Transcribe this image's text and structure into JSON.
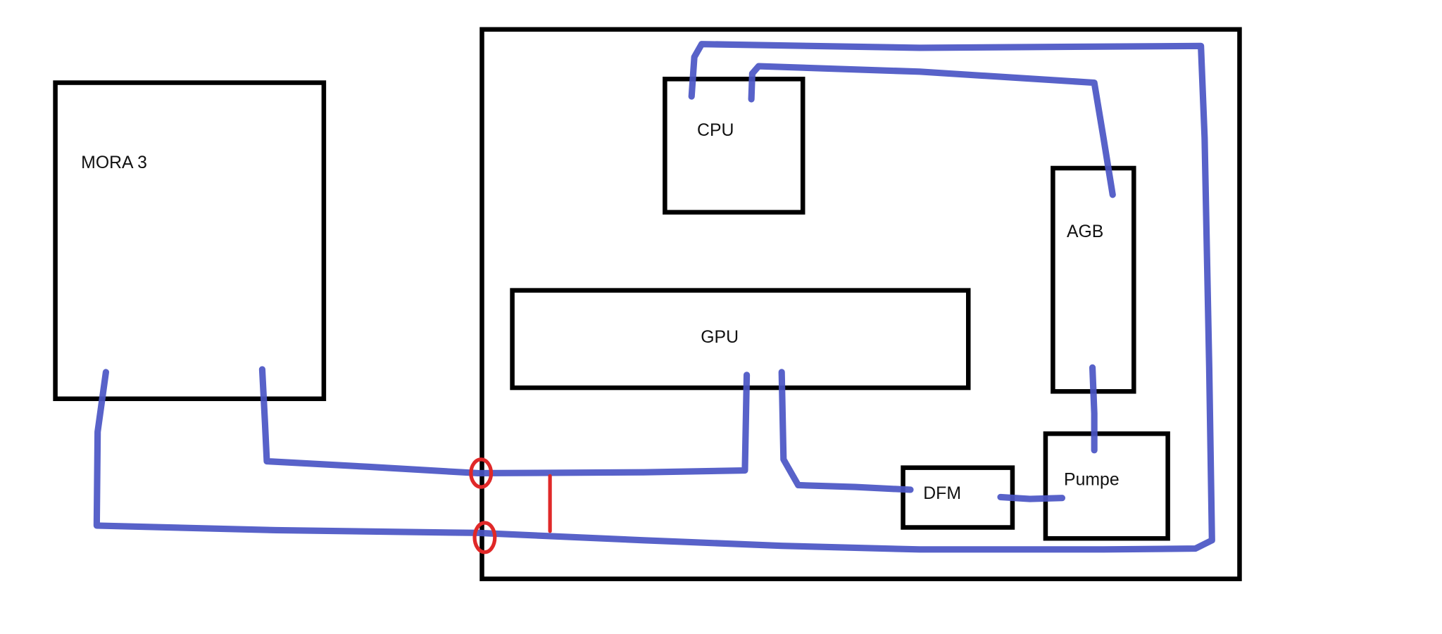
{
  "labels": {
    "radiator": "MORA 3",
    "cpu": "CPU",
    "gpu": "GPU",
    "reservoir": "AGB",
    "pump": "Pumpe",
    "flow_meter": "DFM"
  },
  "colors": {
    "tubing": "#4a55c4",
    "markings": "#e02828",
    "outline": "#000000"
  }
}
